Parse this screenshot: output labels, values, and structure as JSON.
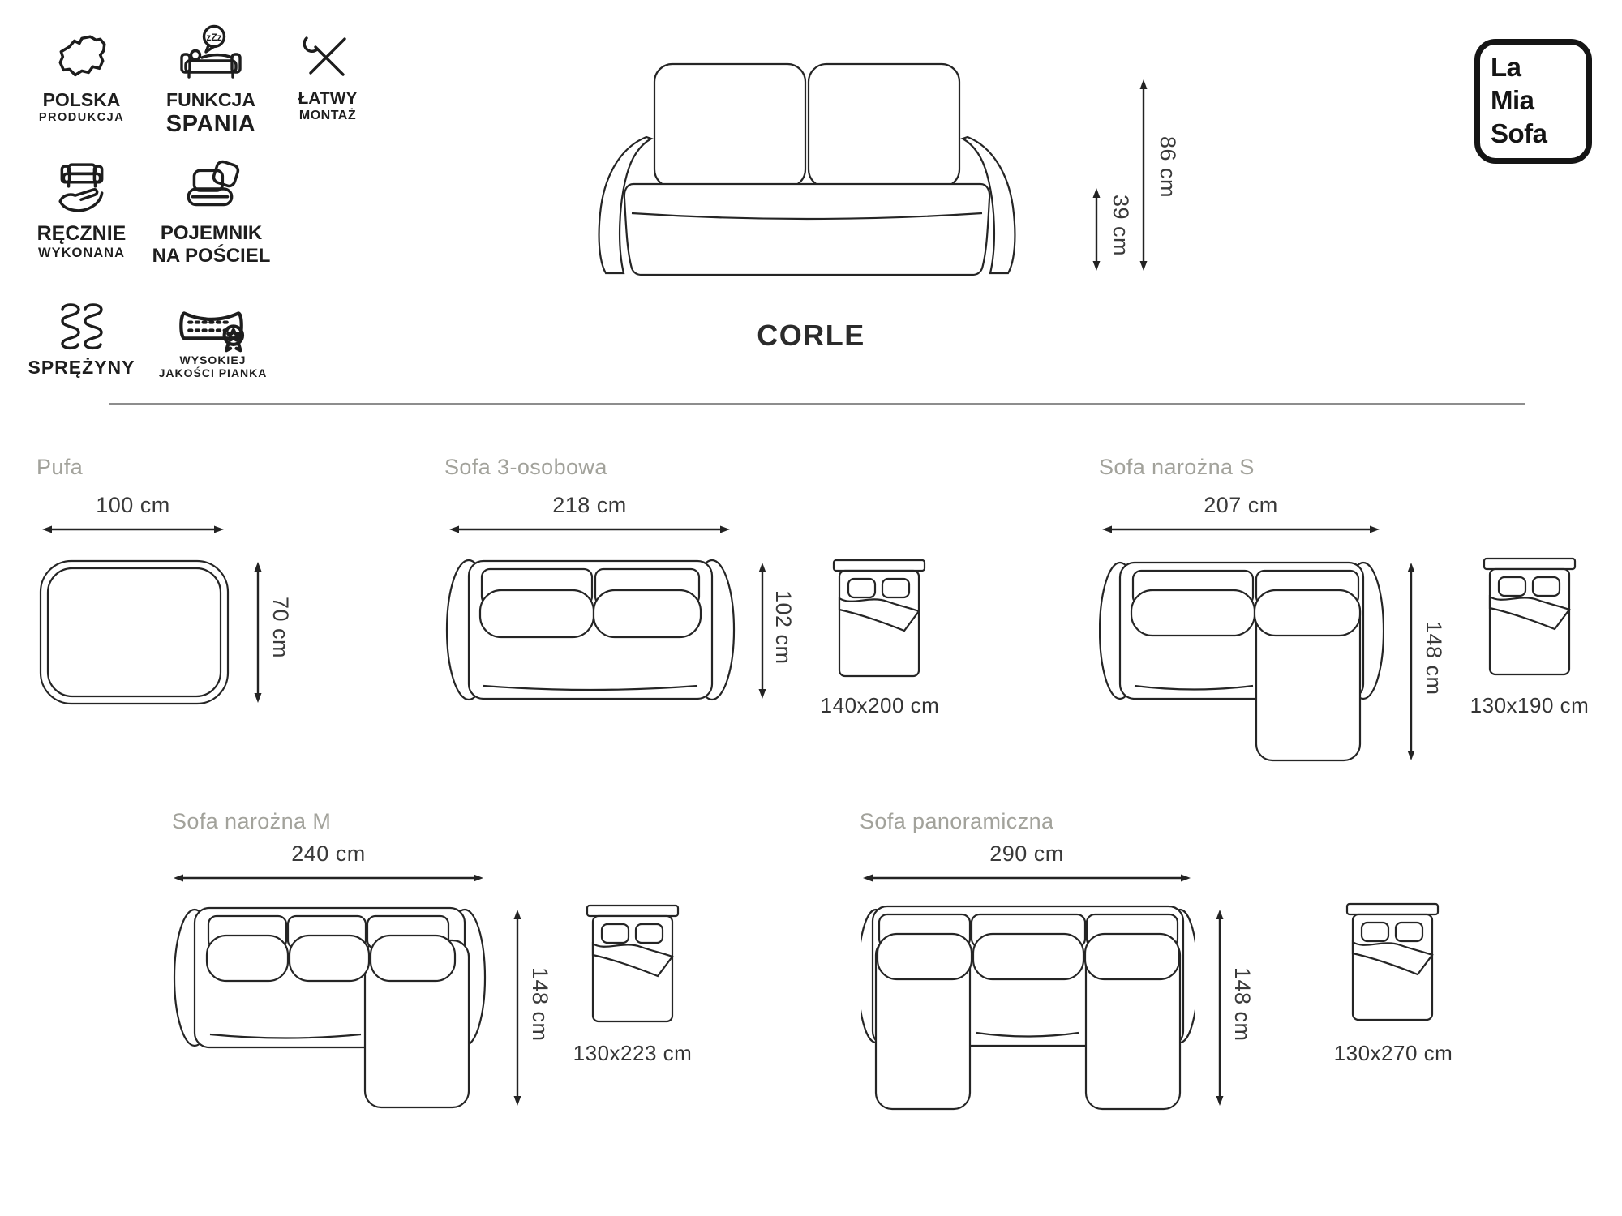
{
  "brand": {
    "line1": "La",
    "line2": "Mia",
    "line3": "Sofa"
  },
  "product": {
    "name": "CORLE",
    "height": "86 cm",
    "seat_height": "39 cm"
  },
  "icons": {
    "zzz": "zZz"
  },
  "features": [
    {
      "id": "polska-produkcja",
      "line1": "POLSKA",
      "line2": "PRODUKCJA"
    },
    {
      "id": "funkcja-spania",
      "line1": "FUNKCJA",
      "line2": "SPANIA"
    },
    {
      "id": "latwy-montaz",
      "line1": "ŁATWY",
      "line2": "MONTAŻ"
    },
    {
      "id": "recznie-wykonana",
      "line1": "RĘCZNIE",
      "line2": "WYKONANA"
    },
    {
      "id": "pojemnik-na-posciel",
      "line1": "POJEMNIK",
      "line2": "NA POŚCIEL"
    },
    {
      "id": "sprezyny",
      "line1": "SPRĘŻYNY",
      "line2": ""
    },
    {
      "id": "wysokiej-jakosci-pianka",
      "line1": "WYSOKIEJ",
      "line2": "JAKOŚCI PIANKA"
    }
  ],
  "variants": [
    {
      "name": "Pufa",
      "width": "100 cm",
      "depth": "70 cm",
      "bed": ""
    },
    {
      "name": "Sofa 3-osobowa",
      "width": "218 cm",
      "depth": "102 cm",
      "bed": "140x200 cm"
    },
    {
      "name": "Sofa narożna S",
      "width": "207 cm",
      "depth": "148 cm",
      "bed": "130x190 cm"
    },
    {
      "name": "Sofa narożna M",
      "width": "240 cm",
      "depth": "148 cm",
      "bed": "130x223 cm"
    },
    {
      "name": "Sofa panoramiczna",
      "width": "290 cm",
      "depth": "148 cm",
      "bed": "130x270 cm"
    }
  ],
  "colors": {
    "background": "#ffffff",
    "line_art": "#252525",
    "variant_title": "#a2a29b",
    "dimension_text": "#3a3a3a",
    "divider": "#8d8d8d",
    "logo": "#151515"
  }
}
